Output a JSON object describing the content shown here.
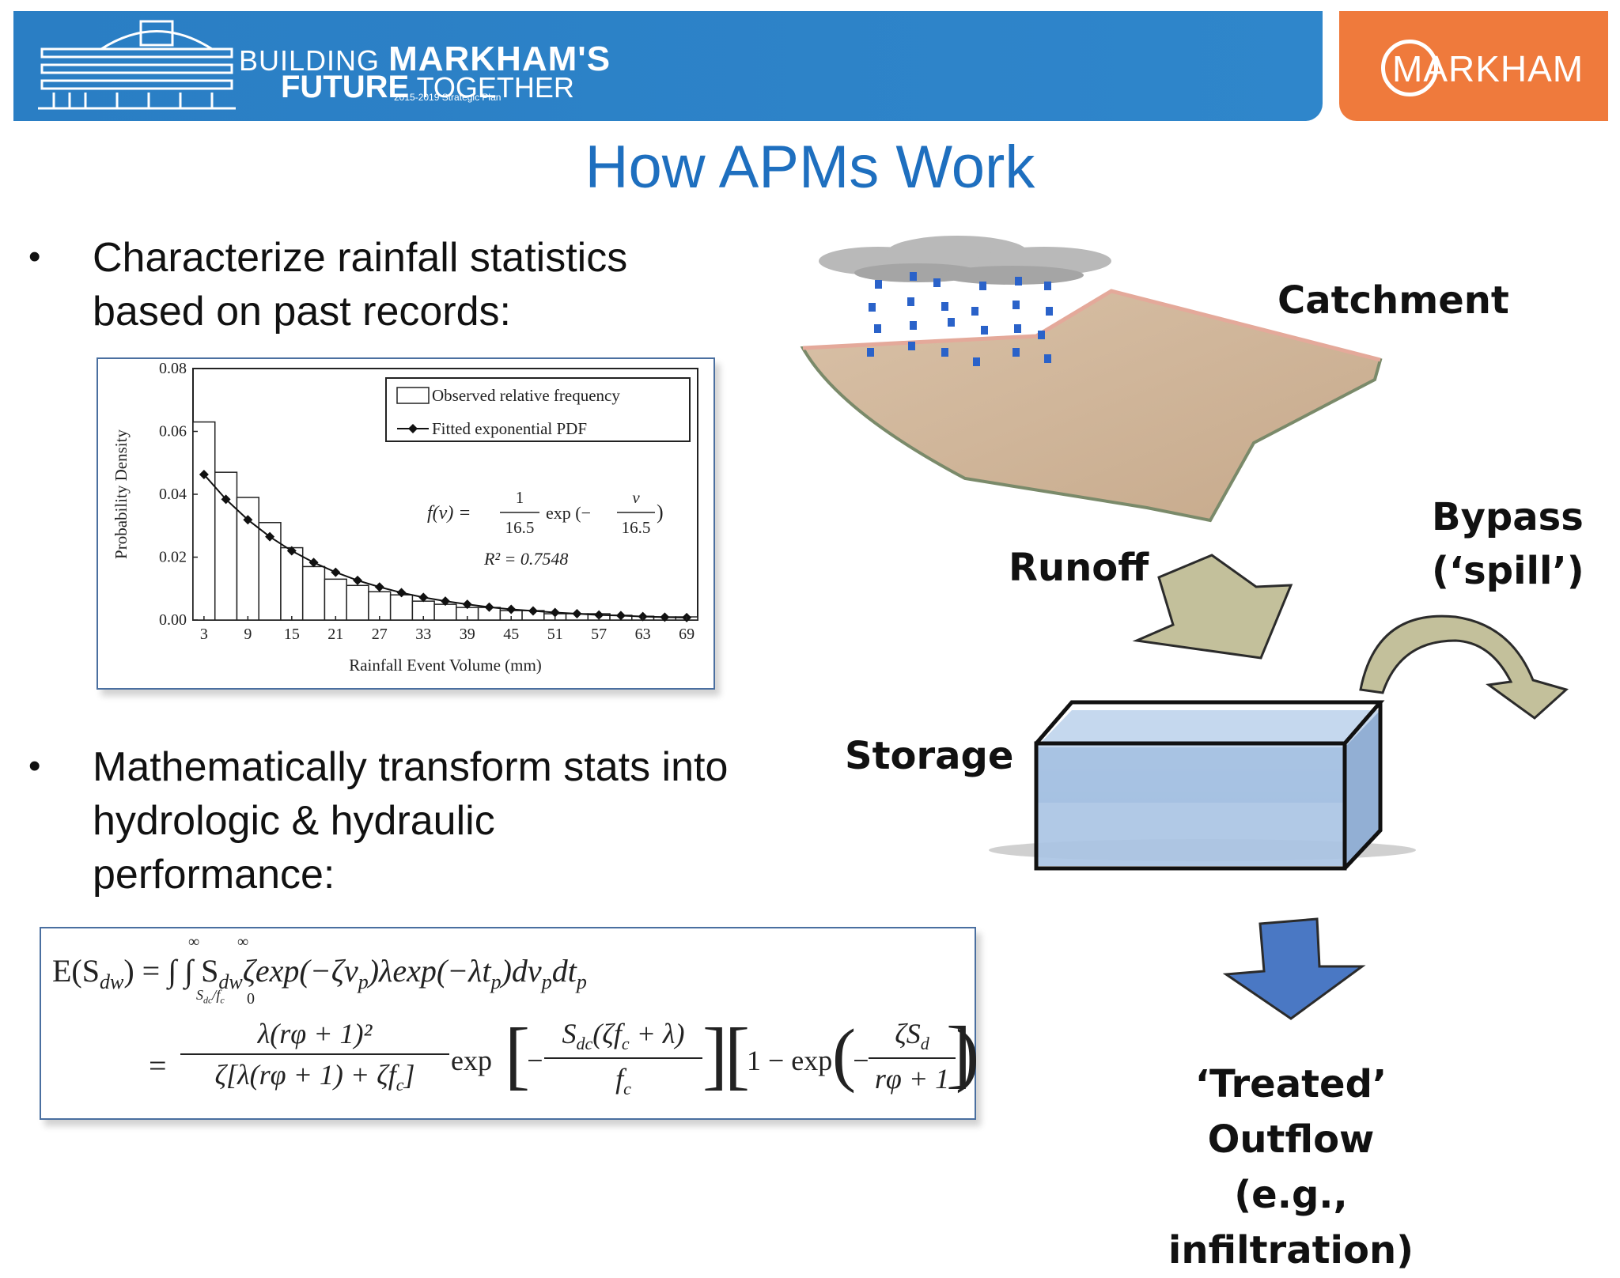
{
  "header": {
    "brand_line1_small": "BUILDING",
    "brand_line1_big": "MARKHAM'S",
    "brand_line2_big": "FUTURE",
    "brand_line2_small": "TOGETHER",
    "brand_line3": "2015-2019 Strategic Plan",
    "logo_text": "MARKHAM",
    "colors": {
      "blue": "#2a7ec4",
      "orange": "#ef7a3c"
    }
  },
  "title": "How APMs Work",
  "bullets": {
    "first": [
      "Characterize rainfall statistics",
      "based on past records:"
    ],
    "second": [
      "Mathematically transform stats into",
      "hydrologic & hydraulic",
      "performance:"
    ]
  },
  "chart": {
    "ylabel": "Probability Density",
    "xlabel": "Rainfall Event Volume (mm)",
    "legend_bar": "Observed relative frequency",
    "legend_line": "Fitted exponential PDF",
    "formula_lhs": "f(v) =",
    "formula_num": "1",
    "formula_den": "16.5",
    "formula_exp": "exp",
    "formula_inner_num": "v",
    "formula_inner_den": "16.5",
    "r2": "R² = 0.7548",
    "ytick_labels": [
      "0.00",
      "0.02",
      "0.04",
      "0.06",
      "0.08"
    ],
    "xtick_labels": [
      "3",
      "9",
      "15",
      "21",
      "27",
      "33",
      "39",
      "45",
      "51",
      "57",
      "63",
      "69"
    ]
  },
  "chart_data": {
    "type": "bar",
    "title": "",
    "xlabel": "Rainfall Event Volume (mm)",
    "ylabel": "Probability Density",
    "ylim": [
      0,
      0.08
    ],
    "legend_placement": "top-right",
    "categories": [
      3,
      6,
      9,
      12,
      15,
      18,
      21,
      24,
      27,
      30,
      33,
      36,
      39,
      42,
      45,
      48,
      51,
      54,
      57,
      60,
      63,
      66,
      69
    ],
    "series": [
      {
        "name": "Observed relative frequency",
        "values": [
          0.063,
          0.047,
          0.039,
          0.031,
          0.023,
          0.017,
          0.013,
          0.011,
          0.009,
          0.008,
          0.006,
          0.005,
          0.004,
          0.004,
          0.003,
          0.003,
          0.002,
          0.002,
          0.002,
          0.0015,
          0.0012,
          0.001,
          0.001
        ]
      },
      {
        "name": "Fitted exponential PDF",
        "values": [
          0.0463,
          0.0384,
          0.0319,
          0.0265,
          0.022,
          0.0183,
          0.0152,
          0.0126,
          0.0105,
          0.0087,
          0.0072,
          0.006,
          0.005,
          0.0041,
          0.0034,
          0.0029,
          0.0024,
          0.002,
          0.0016,
          0.0014,
          0.0011,
          0.0009,
          0.0008
        ]
      }
    ]
  },
  "equation": {
    "line1_lhs": "E(S",
    "line1_lhs_sub": "dw",
    "line1_rhs": ") = ∫  ∫  S",
    "line1_body": "ζexp(−ζv",
    "line1_body2": ")λexp(−λt",
    "line1_body3": ")dv",
    "line1_body4": "dt",
    "sub_dw": "dw",
    "sub_p": "p",
    "limit_upper": "∞",
    "limit_lower_a": "S",
    "limit_lower_a_sub": "dc",
    "limit_lower_b": "f",
    "limit_lower_b_sub": "c",
    "limit_lower_zero": "0",
    "line2_eq": "=",
    "line2_num": "λ(rφ + 1)²",
    "line2_den": "ζ[λ(rφ + 1) + ζf",
    "line2_den_end": "]",
    "sub_c": "c",
    "exp": "exp",
    "br1_num": "S",
    "br1_num_sub": "dc",
    "br1_num_rest": "(ζf",
    "br1_num_rest2": " + λ)",
    "br1_den": "f",
    "minus": "−",
    "one_minus": "1 − exp",
    "br2_num": "ζS",
    "br2_num_sub": "d",
    "br2_den": "rφ + 1"
  },
  "diagram": {
    "catchment": "Catchment",
    "runoff": "Runoff",
    "bypass": [
      "Bypass",
      "(‘spill’)"
    ],
    "storage": "Storage",
    "outflow": [
      "‘Treated’ Outflow",
      "(e.g., infiltration)"
    ]
  }
}
